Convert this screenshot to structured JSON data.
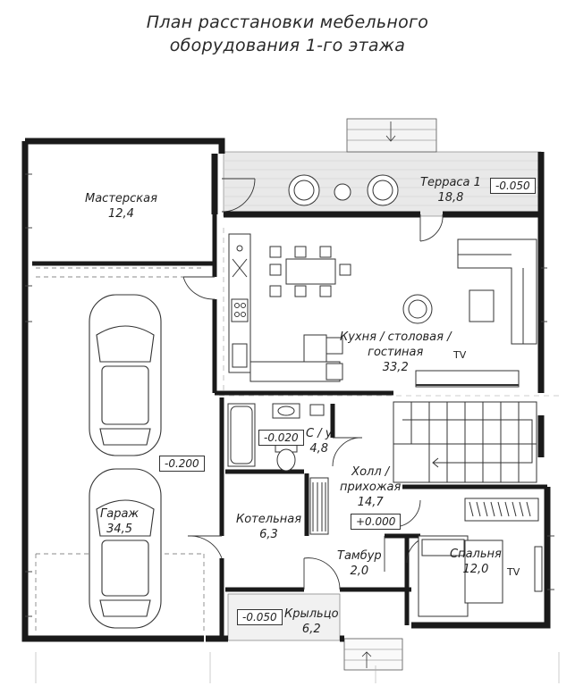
{
  "title": {
    "line1": "План расстановки мебельного",
    "line2": "оборудования 1-го этажа"
  },
  "rooms": {
    "workshop": {
      "name": "Мастерская",
      "area": "12,4"
    },
    "garage": {
      "name": "Гараж",
      "area": "34,5",
      "level": "-0.200"
    },
    "terrace": {
      "name": "Терраса 1",
      "area": "18,8",
      "level": "-0.050"
    },
    "kitchen": {
      "name": "Кухня / столовая /",
      "name2": "гостиная",
      "area": "33,2",
      "tv": "TV"
    },
    "bathroom": {
      "name": "С / у",
      "area": "4,8",
      "level": "-0.020"
    },
    "hall": {
      "name": "Холл /",
      "name2": "прихожая",
      "area": "14,7",
      "level": "+0.000"
    },
    "boiler": {
      "name": "Котельная",
      "area": "6,3"
    },
    "vestibule": {
      "name": "Тамбур",
      "area": "2,0"
    },
    "bedroom": {
      "name": "Спальня",
      "area": "12,0",
      "tv": "TV"
    },
    "porch": {
      "name": "Крыльцо",
      "area": "6,2",
      "level": "-0.050"
    }
  },
  "colors": {
    "wall": "#1a1a1a",
    "terrace_fill": "#e9e9e9",
    "porch_fill": "#f1f1f1",
    "line": "#333333"
  }
}
